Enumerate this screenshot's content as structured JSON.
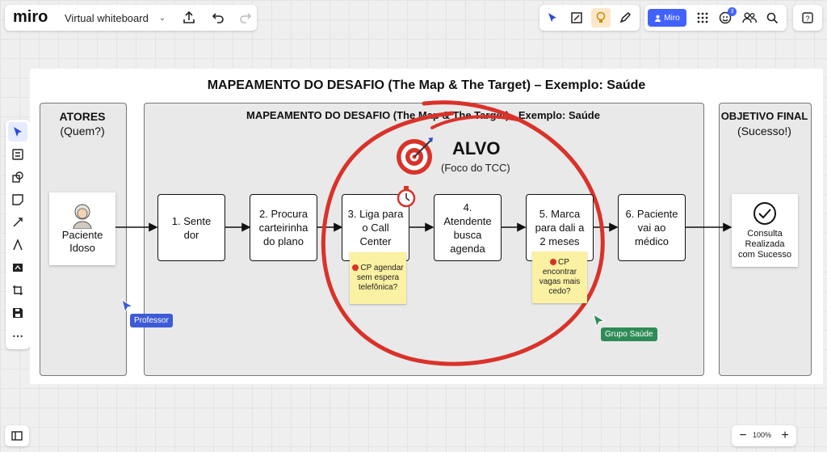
{
  "topbar": {
    "logo": "miro",
    "board_name": "Virtual whiteboard",
    "share_label": "Miro",
    "notif_count": "3"
  },
  "board": {
    "title": "MAPEAMENTO DO DESAFIO (The Map & The Target) – Exemplo: Saúde",
    "actors": {
      "title": "ATORES",
      "subtitle": "(Quem?)",
      "card": [
        "Paciente",
        "Idoso"
      ]
    },
    "main": {
      "title": "MAPEAMENTO DO DESAFIO (The Map & The Target) - Exemplo: Saúde"
    },
    "target": {
      "label": "ALVO",
      "sub": "(Foco do TCC)"
    },
    "goal": {
      "title": "OBJETIVO FINAL",
      "subtitle": "(Sucesso!)",
      "card": [
        "Consulta",
        "Realizada",
        "com Sucesso"
      ]
    },
    "steps": [
      {
        "label": "1. Sente dor"
      },
      {
        "label": "2. Procura carteirinha do plano"
      },
      {
        "label": "3. Liga para o Call Center"
      },
      {
        "label": "4. Atendente busca agenda"
      },
      {
        "label": "5. Marca para dali a 2 meses"
      },
      {
        "label": "6. Paciente vai ao médico"
      }
    ],
    "stickies": [
      {
        "text": "CP agendar sem espera telefônica?"
      },
      {
        "text": "CP encontrar vagas mais cedo?"
      }
    ],
    "cursors": [
      {
        "label": "Professor",
        "color": "#3d5bd6"
      },
      {
        "label": "Grupo Saúde",
        "color": "#2e8b57"
      }
    ]
  },
  "zoom": {
    "level": "100%"
  },
  "colors": {
    "target_red": "#d9322a",
    "share_blue": "#4262ff",
    "sticky": "#fbf1a2"
  }
}
